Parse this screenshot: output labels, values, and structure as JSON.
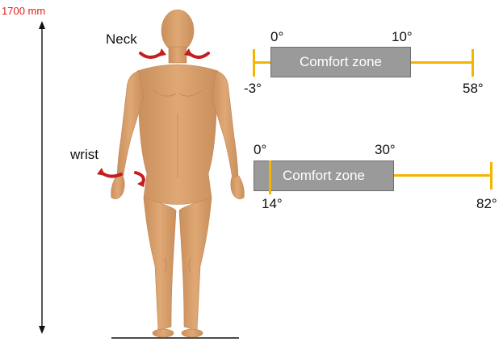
{
  "height_scale": {
    "label": "1700  mm"
  },
  "joint_labels": {
    "neck": "Neck",
    "wrist": "wrist"
  },
  "neck_range": {
    "zone_label": "Comfort zone",
    "zone_start": "0°",
    "zone_end": "10°",
    "min": "-3°",
    "max": "58°"
  },
  "wrist_range": {
    "zone_label": "Comfort zone",
    "zone_start": "0°",
    "zone_end": "30°",
    "min_marker": "14°",
    "max": "82°"
  },
  "colors": {
    "skin": "#d9a26f",
    "skin_shade": "#c58b58",
    "arrow": "#c41e1e",
    "range_line": "#f5b400",
    "zone_fill": "#9a9a9a",
    "height_label": "#e0201c"
  }
}
